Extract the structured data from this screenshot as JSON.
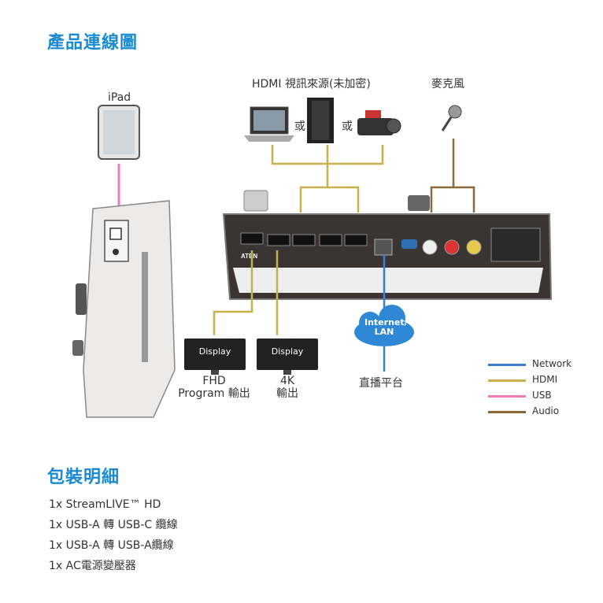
{
  "section_connection_title": "產品連線圖",
  "labels": {
    "ipad": "iPad",
    "hdmi_source": "HDMI 視訊來源(未加密)",
    "mic": "麥克風",
    "or1": "或",
    "or2": "或",
    "display1": "Display",
    "display2": "Display",
    "fhd_line1": "FHD",
    "fhd_line2": "Program 輸出",
    "k4_line1": "4K",
    "k4_line2": "輸出",
    "cloud": "Internet/\nLAN",
    "cloud_line1": "Internet/",
    "cloud_line2": "LAN",
    "streaming": "直播平台",
    "brand": "ATEN"
  },
  "legend": [
    {
      "name": "Network",
      "color": "#3b7fd4"
    },
    {
      "name": "HDMI",
      "color": "#c8b04a"
    },
    {
      "name": "USB",
      "color": "#f07bb4"
    },
    {
      "name": "Audio",
      "color": "#8a6a3a"
    }
  ],
  "section_package_title": "包裝明細",
  "package_items": [
    "1x StreamLIVE™ HD",
    "1x USB-A 轉 USB-C 纜線",
    "1x USB-A 轉 USB-A纜線",
    "1x AC電源變壓器"
  ],
  "colors": {
    "title": "#1a8ad4",
    "hdmi": "#c8b04a",
    "audio": "#8a6a3a",
    "usb": "#f07bb4",
    "network": "#3b7fd4"
  }
}
